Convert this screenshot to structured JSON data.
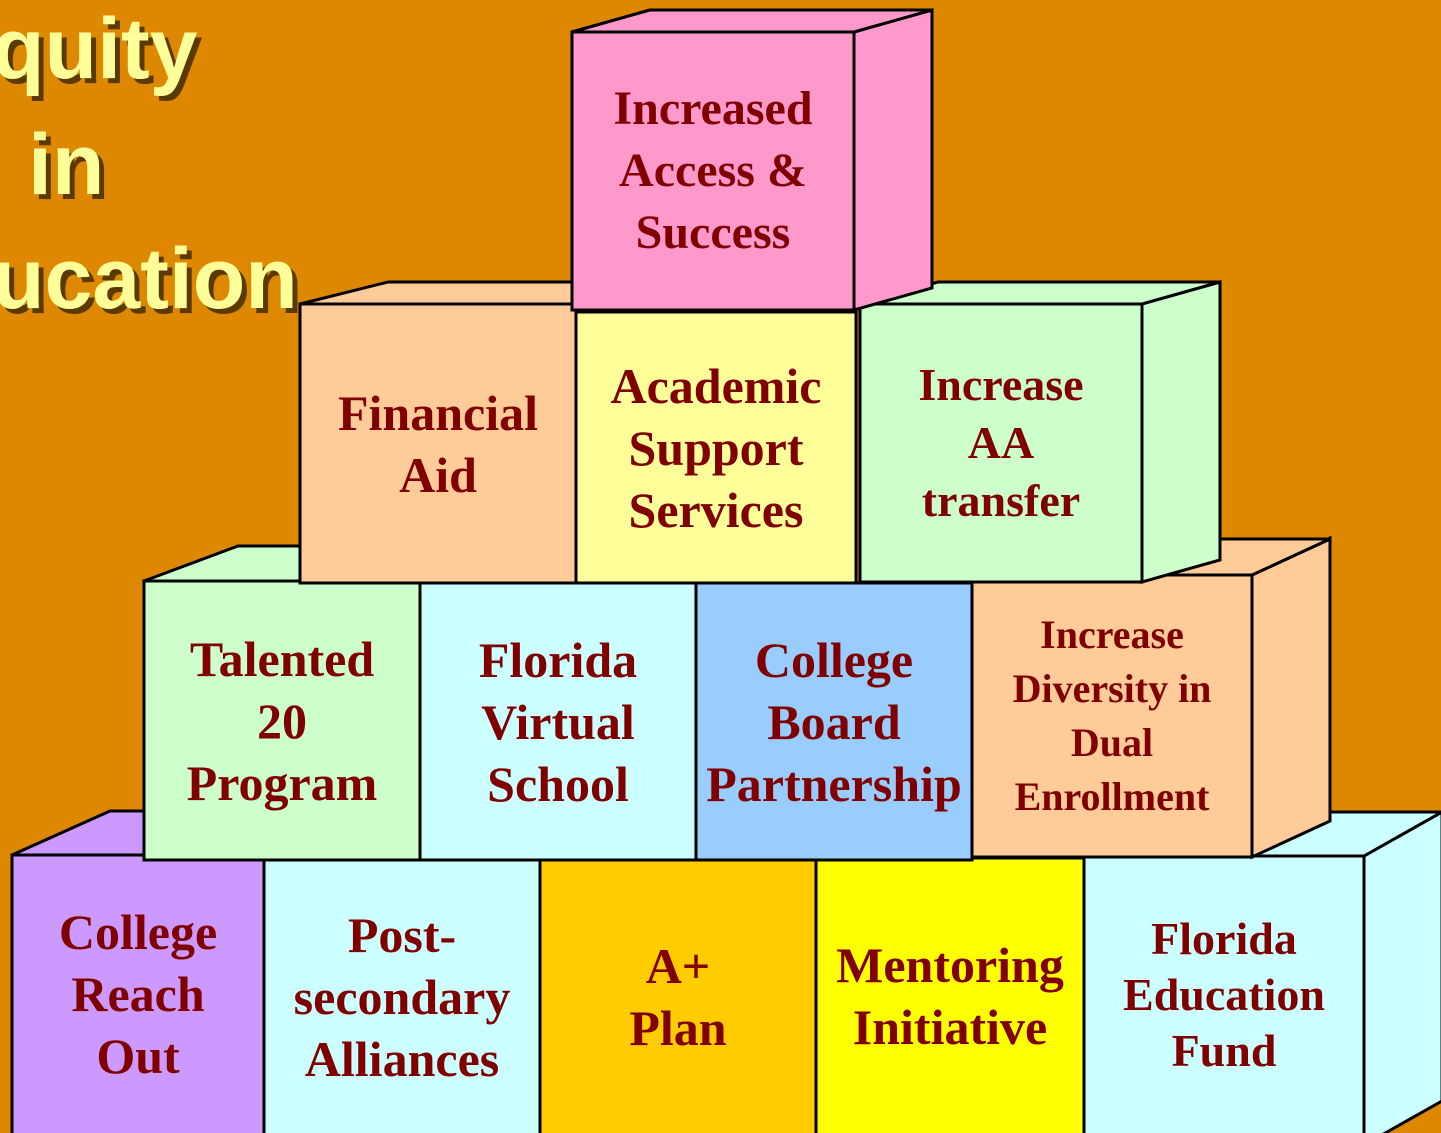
{
  "title": {
    "lines": [
      "quity",
      "in",
      "ucation"
    ]
  },
  "blocks": [
    {
      "id": "college-reach-out",
      "label": "College\nReach\nOut",
      "color": "#CC99FF"
    },
    {
      "id": "post-secondary-alliances",
      "label": "Post-\nsecondary\nAlliances",
      "color": "#CCFFFF"
    },
    {
      "id": "a-plus-plan",
      "label": "A+\nPlan",
      "color": "#FFCC00"
    },
    {
      "id": "mentoring-initiative",
      "label": "Mentoring\nInitiative",
      "color": "#FFFF00"
    },
    {
      "id": "florida-education-fund",
      "label": "Florida\nEducation\nFund",
      "color": "#CCFFFF"
    },
    {
      "id": "talented-20-program",
      "label": "Talented\n20\nProgram",
      "color": "#CCFFCC"
    },
    {
      "id": "florida-virtual-school",
      "label": "Florida\nVirtual\nSchool",
      "color": "#CCFFFF"
    },
    {
      "id": "college-board-partnership",
      "label": "College\nBoard\nPartnership",
      "color": "#99CCFF"
    },
    {
      "id": "increase-diversity-dual-enrollment",
      "label": "Increase\nDiversity in\nDual\nEnrollment",
      "color": "#FFCC99"
    },
    {
      "id": "financial-aid",
      "label": "Financial\nAid",
      "color": "#FFCC99"
    },
    {
      "id": "academic-support-services",
      "label": "Academic\nSupport\nServices",
      "color": "#FFFF99"
    },
    {
      "id": "increase-aa-transfer",
      "label": "Increase\nAA\ntransfer",
      "color": "#CCFFCC"
    },
    {
      "id": "increased-access-success",
      "label": "Increased\nAccess &\nSuccess",
      "color": "#FF99CC"
    }
  ]
}
